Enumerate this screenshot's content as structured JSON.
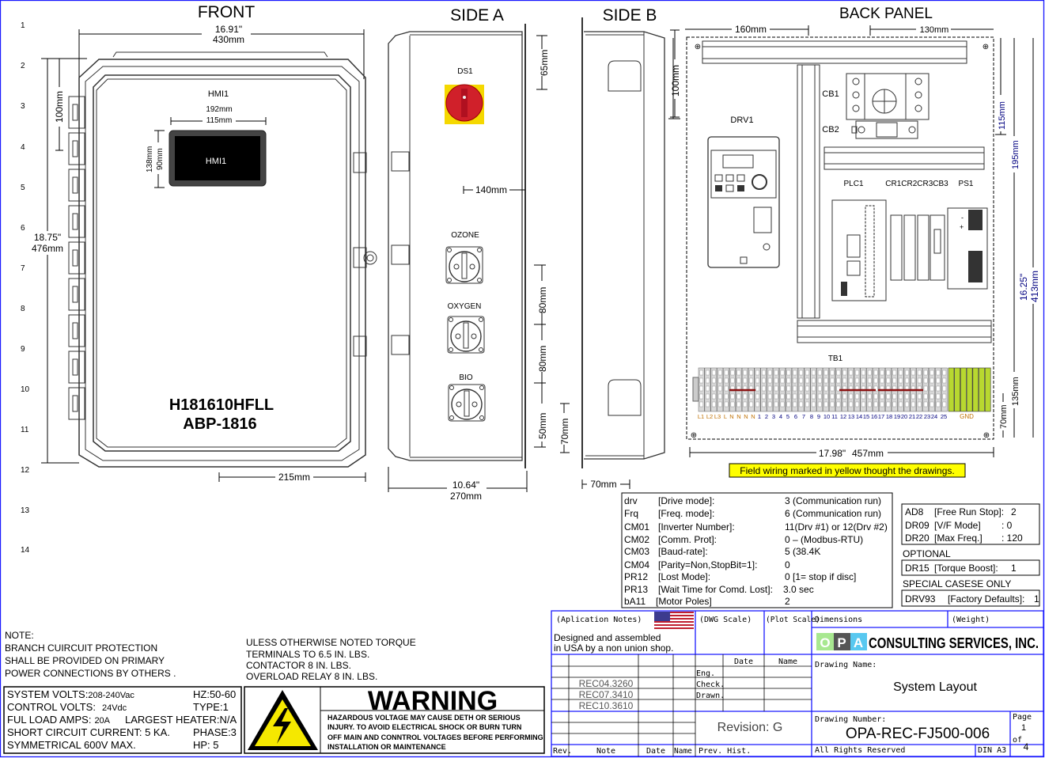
{
  "row_numbers": [
    "1",
    "2",
    "3",
    "4",
    "5",
    "6",
    "7",
    "8",
    "9",
    "10",
    "11",
    "12",
    "13",
    "14"
  ],
  "front": {
    "title": "FRONT",
    "width_in": "16.91\"",
    "width_mm": "430mm",
    "height_in": "18.75\"",
    "height_mm": "476mm",
    "dim_top": "100mm",
    "hmi_label": "HMI1",
    "hmi_w_outer": "192mm",
    "hmi_w_inner": "115mm",
    "hmi_h_outer": "138mm",
    "hmi_h_inner": "90mm",
    "hmi_screen": "HMI1",
    "model": "H181610HFLL",
    "part": "ABP-1816",
    "dim_bottom": "215mm"
  },
  "side_a": {
    "title": "SIDE A",
    "ds1": "DS1",
    "ozone": "OZONE",
    "oxygen": "OXYGEN",
    "bio": "BIO",
    "d65": "65mm",
    "d140": "140mm",
    "d80a": "80mm",
    "d80b": "80mm",
    "d50": "50mm",
    "width_in": "10.64\"",
    "width_mm": "270mm"
  },
  "side_b": {
    "title": "SIDE B",
    "d100": "100mm",
    "d70v": "70mm",
    "d70h": "70mm"
  },
  "back_panel": {
    "title": "BACK PANEL",
    "d160": "160mm",
    "d130": "130mm",
    "d100": "100mm",
    "drv1": "DRV1",
    "cb1": "CB1",
    "cb2": "CB2",
    "plc1": "PLC1",
    "relays": "CR1CR2CR3CB3",
    "ps1": "PS1",
    "tb1": "TB1",
    "terminals": [
      "L1",
      "L2",
      "L3",
      "L",
      "N",
      "N",
      "N",
      "N",
      "1",
      "2",
      "3",
      "4",
      "5",
      "6",
      "7",
      "8",
      "9",
      "10",
      "11",
      "12",
      "13",
      "14",
      "15",
      "16",
      "17",
      "18",
      "19",
      "20",
      "21",
      "22",
      "23",
      "24",
      "25"
    ],
    "gnd": "GND",
    "d115": "115mm",
    "d195": "195mm",
    "h_in": "16.25\"",
    "h_mm": "413mm",
    "d135": "135mm",
    "d70": "70mm",
    "w_in": "17.98\"",
    "w_mm": "457mm",
    "field_note": "Field wiring marked in yellow thought the drawings."
  },
  "params": [
    {
      "code": "drv",
      "desc": "[Drive mode]:",
      "value": "3 (Communication run)"
    },
    {
      "code": "Frq",
      "desc": "[Freq. mode]:",
      "value": "6 (Communication run)"
    },
    {
      "code": "CM01",
      "desc": "[Inverter Number]:",
      "value": "11(Drv #1) or 12(Drv #2)"
    },
    {
      "code": "CM02",
      "desc": "[Comm. Prot]:",
      "value": "0 – (Modbus-RTU)"
    },
    {
      "code": "CM03",
      "desc": "[Baud-rate]:",
      "value": "5 (38.4K"
    },
    {
      "code": "CM04",
      "desc": "[Parity=Non,StopBit=1]:",
      "value": "0"
    },
    {
      "code": "PR12",
      "desc": "[Lost Mode]:",
      "value": "0 [1= stop if disc]"
    },
    {
      "code": "PR13",
      "desc": "[Wait Time for Comd. Lost]:",
      "value": "3.0 sec"
    },
    {
      "code": "bA11",
      "desc": "[Motor Poles]",
      "value": "2"
    }
  ],
  "params_right": {
    "main": [
      {
        "code": "AD8",
        "desc": "[Free Run Stop]:",
        "value": "2"
      },
      {
        "code": "DR09",
        "desc": "[V/F Mode]",
        "value": ":   0"
      },
      {
        "code": "DR20",
        "desc": "[Max Freq.]",
        "value": ":  120"
      }
    ],
    "optional_label": "OPTIONAL",
    "optional": {
      "code": "DR15",
      "desc": "[Torque Boost]:",
      "value": "1"
    },
    "special_label": "SPECIAL CASESE ONLY",
    "special": {
      "code": "DRV93",
      "desc": "[Factory Defaults]:",
      "value": "1"
    }
  },
  "note": {
    "title": "NOTE:",
    "lines": [
      "BRANCH CUIRCUIT PROTECTION",
      "SHALL BE PROVIDED ON  PRIMARY",
      "POWER CONNECTIONS BY OTHERS ."
    ]
  },
  "torque": {
    "lines": [
      "ULESS OTHERWISE NOTED TORQUE",
      "TERMINALS TO 6.5 IN. LBS.",
      "CONTACTOR  8   IN. LBS.",
      "OVERLOAD RELAY  8  IN. LBS."
    ]
  },
  "ratings": {
    "system_volts": "SYSTEM VOLTS:",
    "system_volts_val": "208-240Vac",
    "hz": "HZ:50-60",
    "control_volts": "CONTROL VOLTS:",
    "control_volts_val": "24Vdc",
    "type": "TYPE:1",
    "fla": "FUL LOAD AMPS:",
    "fla_val": "20A",
    "heater": "LARGEST HEATER:N/A",
    "scc": "SHORT CIRCUIT CURRENT: 5 KA.",
    "phase": "PHASE:3",
    "sym": "SYMMETRICAL 600V MAX.",
    "hp": "HP: 5"
  },
  "warning": {
    "title": "WARNING",
    "lines": [
      "HAZARDOUS VOLTAGE  MAY CAUSE DETH OR SERIOUS",
      "INJURY.  TO AVOID ELECTRICAL SHOCK OR BURN TURN",
      "OFF MAIN AND CONNTROL VOLTAGES BEFORE PERFORMING",
      "INSTALLATION OR MAINTENANCE"
    ]
  },
  "title_block": {
    "app_notes": "(Aplication Notes)",
    "made_in_1": "Designed and assembled",
    "made_in_2": " in USA by a non union shop.",
    "dwg_scale": "(DWG Scale)",
    "plot_scale": "(Plot Scale)",
    "dimensions": "Dimensions",
    "weight": "(Weight)",
    "company_o": "O",
    "company_p": "P",
    "company_a": "A",
    "company_name": "CONSULTING SERVICES, INC.",
    "date_hdr": "Date",
    "name_hdr": "Name",
    "eng": "Eng.",
    "check": "Check.",
    "drawn": "Drawn.",
    "revisions": [
      "REC04.3260",
      "REC07.3410",
      "REC10.3610"
    ],
    "drawing_name_label": "Drawing Name:",
    "drawing_name": "System Layout",
    "revision": "Revision: G",
    "drawing_number_label": "Drawing Number:",
    "drawing_number": "OPA-REC-FJ500-006",
    "page_label": "Page",
    "page": "1",
    "of_label": "of",
    "page_total": "4",
    "rev_col": "Rev.",
    "note_col": "Note",
    "date_col": "Date",
    "name_col": "Name",
    "prev_hist": "Prev. Hist.",
    "rights": "All Rights Reserved",
    "paper": "DIN A3"
  },
  "colors": {
    "border": "#1a1aff",
    "dim_text": "#000080",
    "field_yellow": "#ffff00",
    "red_handle": "#d0202a",
    "terminal_green": "#b8d830",
    "wire_red": "#8b1010"
  }
}
